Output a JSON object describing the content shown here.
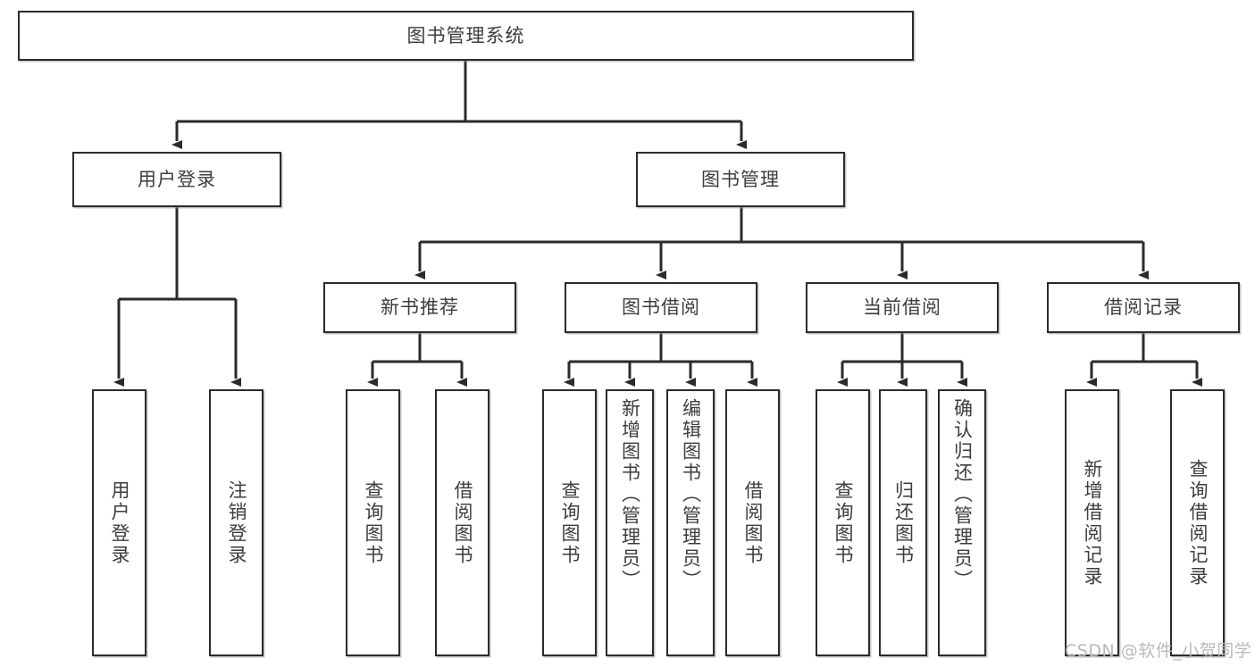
{
  "diagram": {
    "title": "图书管理系统",
    "type": "tree-hierarchy",
    "root": {
      "label": "图书管理系统"
    },
    "level2": [
      {
        "label": "用户登录"
      },
      {
        "label": "图书管理"
      }
    ],
    "level3": [
      {
        "label": "新书推荐"
      },
      {
        "label": "图书借阅"
      },
      {
        "label": "当前借阅"
      },
      {
        "label": "借阅记录"
      }
    ],
    "leaves": {
      "user_login": [
        {
          "label": "用户登录"
        },
        {
          "label": "注销登录"
        }
      ],
      "new_book_recommend": [
        {
          "label": "查询图书"
        },
        {
          "label": "借阅图书"
        }
      ],
      "book_borrow": [
        {
          "label": "查询图书"
        },
        {
          "label": "新增图书（管理员）"
        },
        {
          "label": "编辑图书（管理员）"
        },
        {
          "label": "借阅图书"
        }
      ],
      "current_borrow": [
        {
          "label": "查询图书"
        },
        {
          "label": "归还图书"
        },
        {
          "label": "确认归还（管理员）"
        }
      ],
      "borrow_record": [
        {
          "label": "新增借阅记录"
        },
        {
          "label": "查询借阅记录"
        }
      ]
    }
  },
  "watermark": {
    "text": "CSDN @软件_小贺同学"
  },
  "colors": {
    "stroke": "#2b2b2b",
    "text": "#3d3d3d",
    "background": "#ffffff",
    "watermark": "#b9b9b9"
  }
}
